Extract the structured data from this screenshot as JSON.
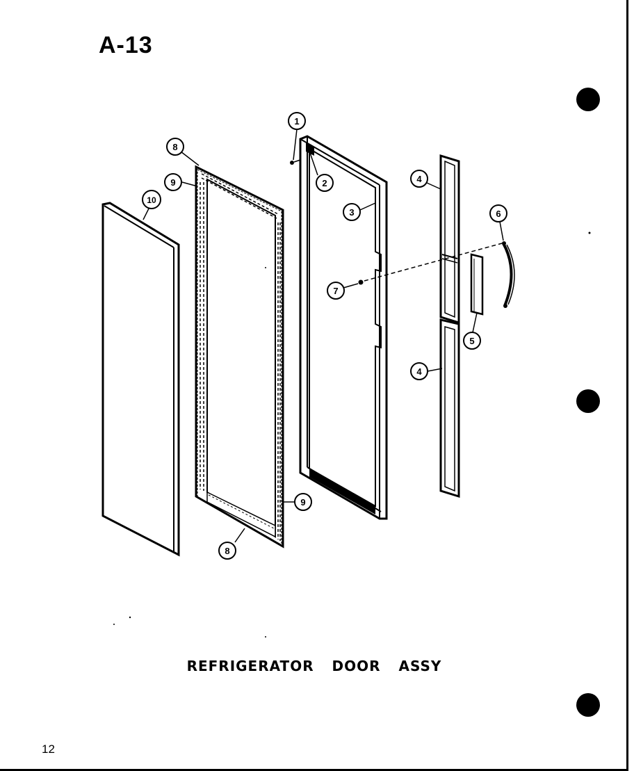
{
  "page_id": "A-13",
  "caption": "REFRIGERATOR DOOR ASSY",
  "page_number": "12",
  "callouts": {
    "c1": "1",
    "c2": "2",
    "c3": "3",
    "c4a": "4",
    "c4b": "4",
    "c5": "5",
    "c6": "6",
    "c7": "7",
    "c8a": "8",
    "c8b": "8",
    "c9a": "9",
    "c9b": "9",
    "c10": "10"
  },
  "colors": {
    "ink": "#000000",
    "paper": "#ffffff"
  }
}
